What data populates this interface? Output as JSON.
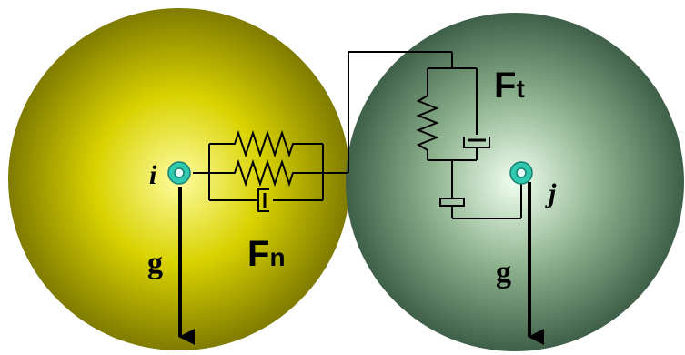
{
  "diagram": {
    "particle_i": {
      "label": "i",
      "gravity_label": "g",
      "color": "#c9c400",
      "highlight": "#fffca0",
      "shade": "#6e6a00"
    },
    "particle_j": {
      "label": "j",
      "gravity_label": "g",
      "color": "#6e9a6e",
      "highlight": "#f0fff0",
      "shade": "#2f4f3a"
    },
    "normal_force": {
      "label_main": "F",
      "label_sub": "n"
    },
    "tangential_force": {
      "label_main": "F",
      "label_sub": "t"
    },
    "colors": {
      "line": "#000000",
      "center_marker": "#2fc9b0"
    }
  }
}
